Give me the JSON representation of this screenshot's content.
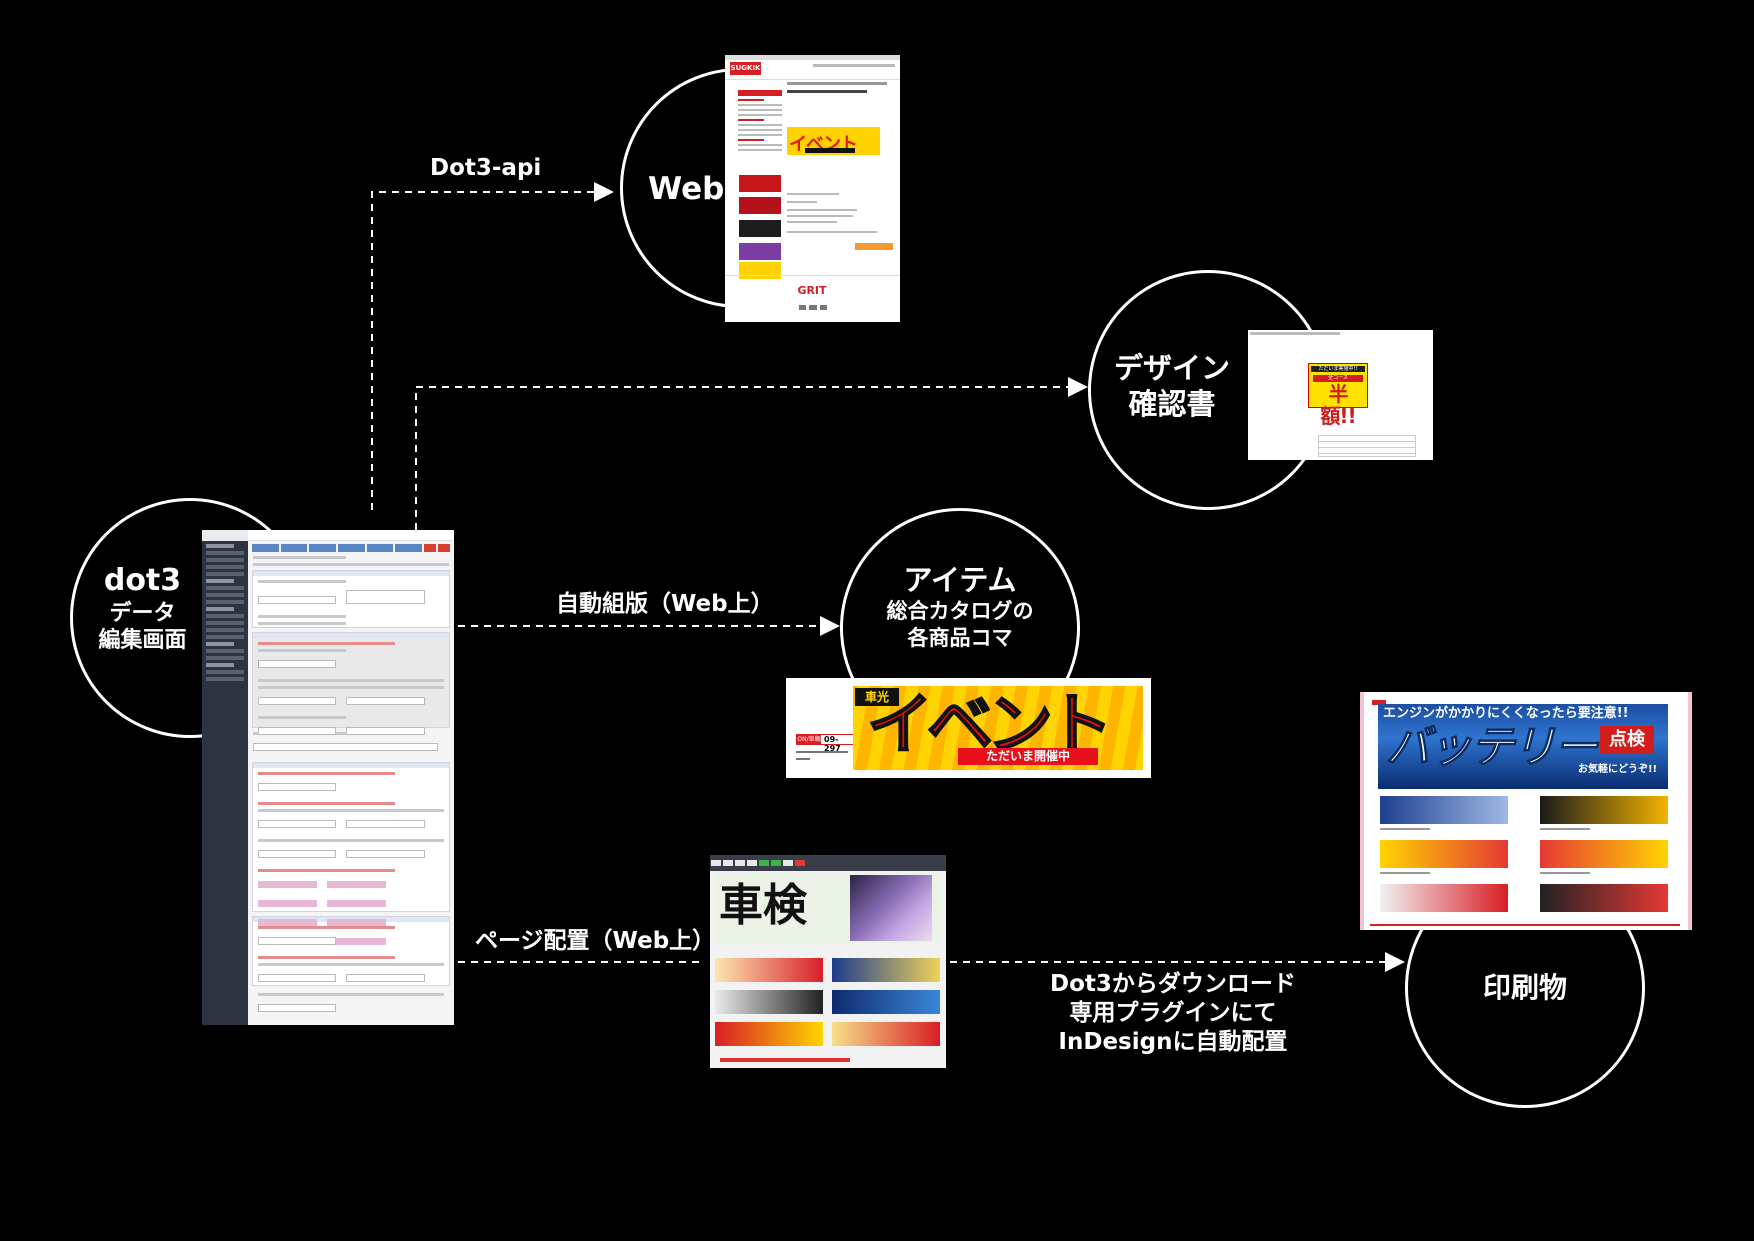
{
  "nodes": {
    "source": {
      "lines": [
        "dot3",
        "データ",
        "編集画面"
      ]
    },
    "web": {
      "title": "Web"
    },
    "confirm": {
      "lines": [
        "デザイン",
        "確認書"
      ]
    },
    "item": {
      "lines": [
        "アイテム",
        "総合カタログの",
        "各商品コマ"
      ]
    },
    "print": {
      "title": "印刷物"
    }
  },
  "edges": {
    "api": "Dot3-api",
    "typeset": "自動組版（Web上）",
    "layout": "ページ配置（Web上）",
    "indesign": [
      "Dot3からダウンロード",
      "専用プラグインにて",
      "InDesignに自動配置"
    ]
  },
  "thumbnails": {
    "web": {
      "logo": "SUGKIK",
      "event_word": "イベント",
      "footer_logo": "GRIT"
    },
    "confirm": {
      "headline": "ただいま実施中!!",
      "subline": "全コース",
      "big_word": "半額!!"
    },
    "item": {
      "tag": "車光",
      "word": "イベント",
      "sub": "ただいま開催中",
      "code_label": "ON/車輌",
      "code": "09-297"
    },
    "layout": {
      "big_word": "車検"
    },
    "print": {
      "headline": "エンジンがかかりにくくなったら要注意!!",
      "big_word": "バッテリー",
      "badge": "点検",
      "note": "お気軽にどうぞ!!"
    }
  },
  "colors": {
    "background": "#000000",
    "line": "#ffffff",
    "accent_red": "#d81e25",
    "accent_yellow": "#ffd400"
  }
}
